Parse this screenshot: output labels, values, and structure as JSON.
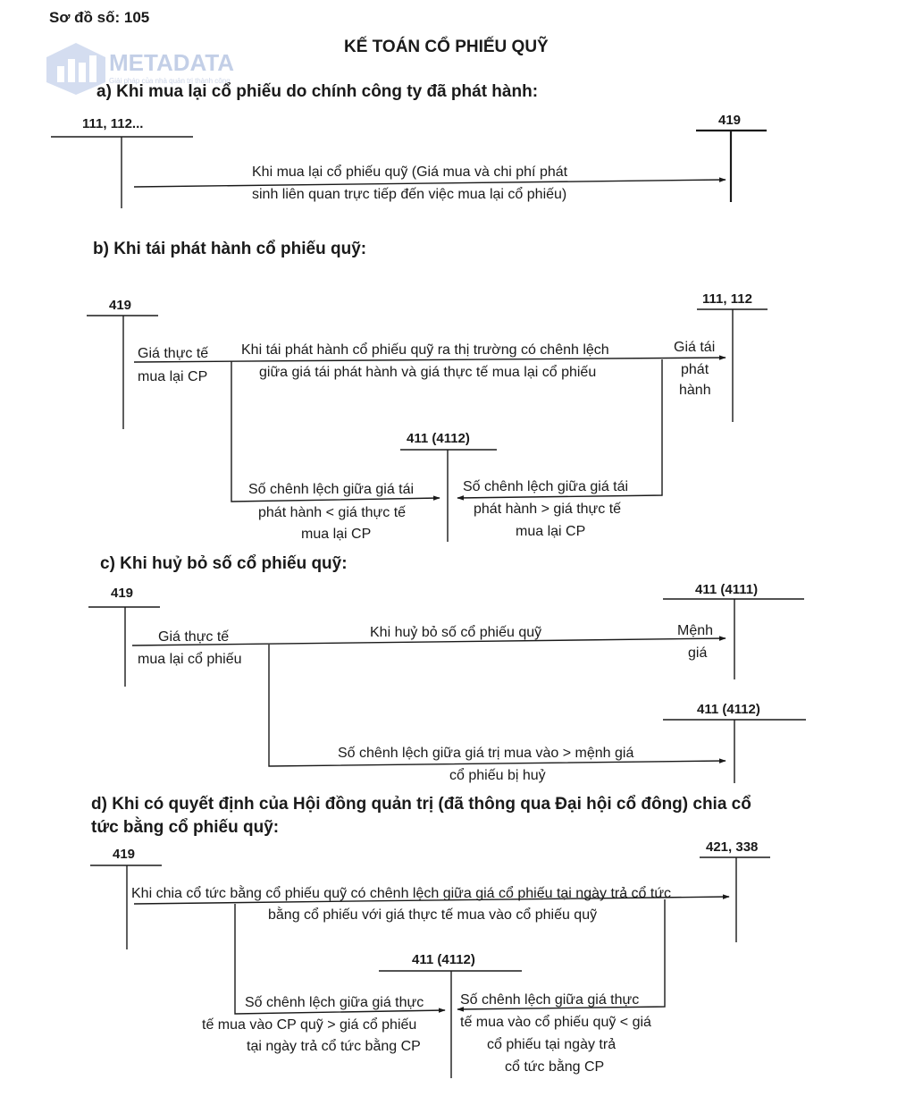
{
  "header": {
    "diagram_code": "Sơ đồ số: 105",
    "title": "KẾ TOÁN CỔ PHIẾU QUỸ"
  },
  "watermark": {
    "brand": "METADATA",
    "tagline": "Giải pháp của nhà quản trị thành công",
    "color": "#b9c7e3"
  },
  "section_a": {
    "heading": "a) Khi mua lại cổ phiếu do chính công ty đã phát hành:",
    "acct_left": "111, 112...",
    "acct_right": "419",
    "arrow_text_1": "Khi mua lại cổ phiếu quỹ (Giá mua và chi phí phát",
    "arrow_text_2": "sinh liên quan trực tiếp đến việc mua lại cổ phiếu)"
  },
  "section_b": {
    "heading": "b) Khi tái phát hành cổ phiếu quỹ:",
    "acct_left": "419",
    "acct_right": "111, 112",
    "acct_mid": "411 (4112)",
    "left_text_1": "Giá thực tế",
    "left_text_2": "mua lại CP",
    "main_text_1": "Khi tái phát hành cổ phiếu quỹ ra thị trường có chênh lệch",
    "main_text_2": "giữa giá tái phát hành và giá thực tế mua lại cổ phiếu",
    "right_text_1": "Giá tái",
    "right_text_2": "phát",
    "right_text_3": "hành",
    "diff_left_1": "Số chênh lệch giữa giá tái",
    "diff_left_2": "phát hành < giá thực tế",
    "diff_left_3": "mua lại CP",
    "diff_right_1": "Số chênh lệch giữa giá tái",
    "diff_right_2": "phát hành > giá thực tế",
    "diff_right_3": "mua lại CP"
  },
  "section_c": {
    "heading": "c) Khi huỷ bỏ số cổ phiếu quỹ:",
    "acct_left": "419",
    "acct_right_top": "411 (4111)",
    "acct_right_bottom": "411 (4112)",
    "left_text_1": "Giá thực tế",
    "left_text_2": "mua lại cổ phiếu",
    "main_text": "Khi huỷ bỏ số cổ phiếu quỹ",
    "right_text_1": "Mệnh",
    "right_text_2": "giá",
    "diff_text_1": "Số chênh lệch giữa giá trị mua vào > mệnh giá",
    "diff_text_2": "cổ phiếu bị huỷ"
  },
  "section_d": {
    "heading_1": "d) Khi có quyết định của Hội đồng quản trị (đã thông qua Đại hội cổ đông) chia cổ",
    "heading_2": "tức bằng cổ phiếu quỹ:",
    "acct_left": "419",
    "acct_right": "421, 338",
    "acct_mid": "411 (4112)",
    "main_text_1": "Khi chia cổ tức bằng cổ phiếu quỹ có chênh lệch giữa giá cổ phiếu tại ngày trả cổ tức",
    "main_text_2": "bằng cổ phiếu với giá thực tế mua vào cổ phiếu quỹ",
    "diff_left_1": "Số chênh lệch giữa giá thực",
    "diff_left_2": "tế  mua vào CP quỹ > giá cổ phiếu",
    "diff_left_3": "tại ngày trả cổ tức bằng CP",
    "diff_right_1": "Số chênh lệch giữa giá thực",
    "diff_right_2": "tế mua vào cổ phiếu quỹ < giá",
    "diff_right_3": "cổ phiếu tại ngày trả",
    "diff_right_4": "cổ tức bằng CP"
  }
}
